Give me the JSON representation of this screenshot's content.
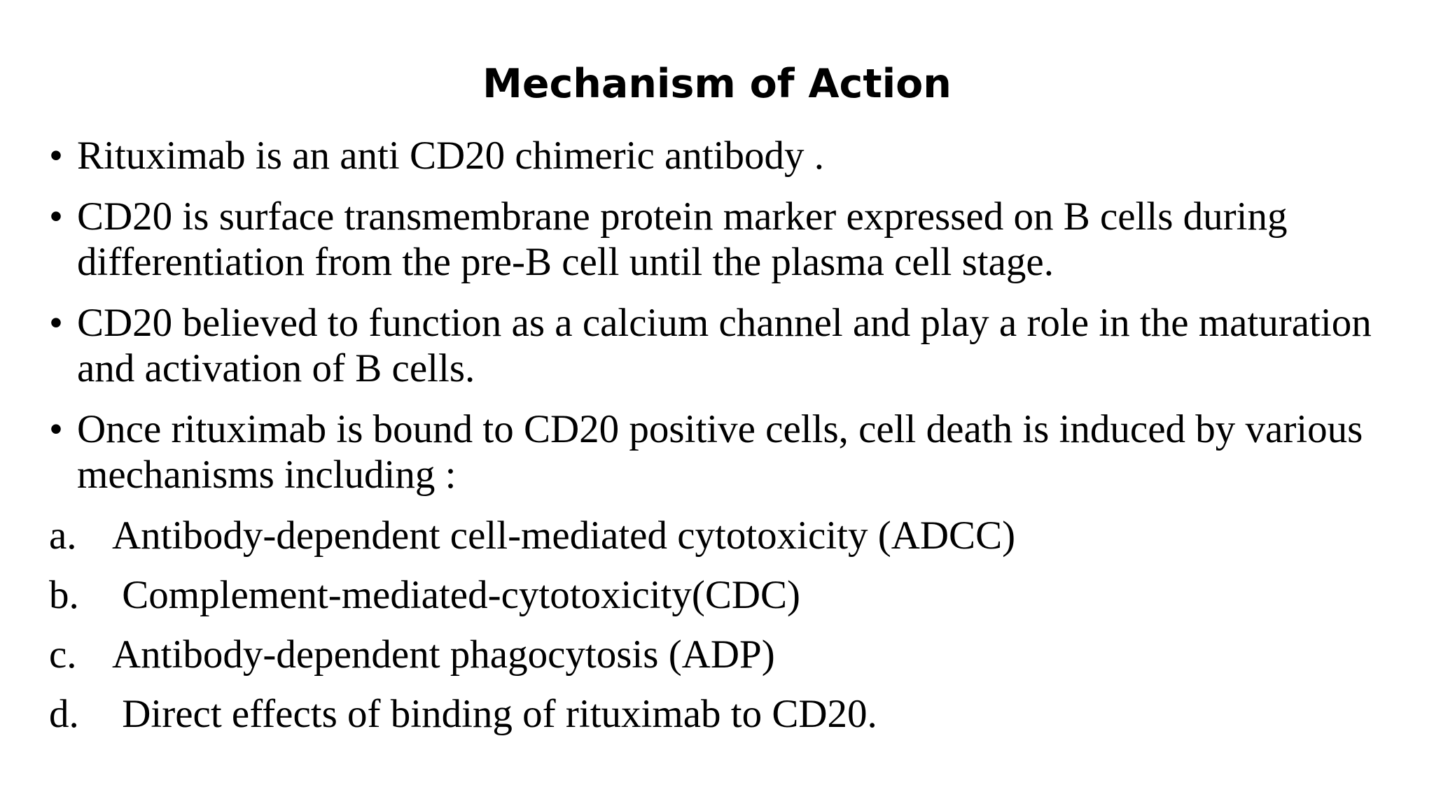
{
  "slide": {
    "title": "Mechanism of Action",
    "bullet_symbol": "•",
    "bullets": [
      "Rituximab is an anti CD20 chimeric antibody .",
      "CD20 is surface transmembrane protein marker expressed on B cells during differentiation from the pre-B cell until the plasma cell stage.",
      "CD20 believed to function as a calcium channel and play a role in the maturation and activation of B cells.",
      "Once rituximab is bound to CD20 positive cells, cell death is induced by various mechanisms including :"
    ],
    "mechanisms": [
      {
        "letter": "a.",
        "text": "Antibody-dependent cell-mediated cytotoxicity (ADCC)"
      },
      {
        "letter": "b.",
        "text": " Complement-mediated-cytotoxicity(CDC)"
      },
      {
        "letter": "c.",
        "text": "Antibody-dependent phagocytosis (ADP)"
      },
      {
        "letter": "d.",
        "text": " Direct effects of binding of rituximab to CD20."
      }
    ]
  }
}
